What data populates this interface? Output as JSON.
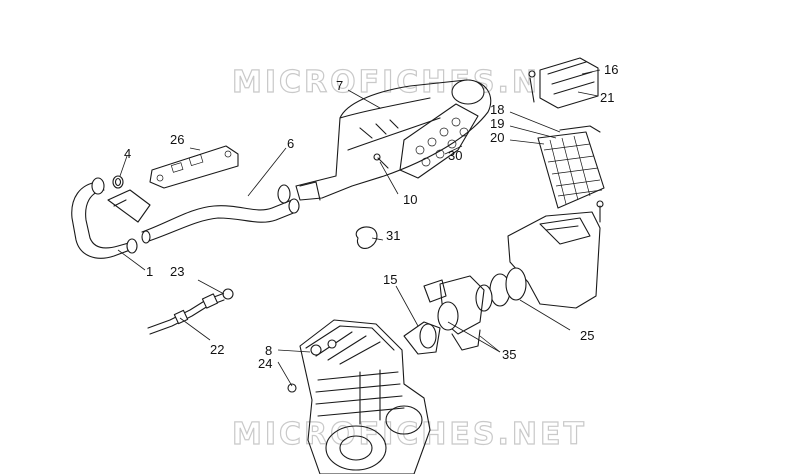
{
  "watermark": {
    "text_top": "MICROFICHES.N",
    "text_bottom": "MICROFICHES.NET",
    "color": "#c9c9c9"
  },
  "callouts": {
    "c1": "1",
    "c4": "4",
    "c6": "6",
    "c7": "7",
    "c8": "8",
    "c10": "10",
    "c15": "15",
    "c16": "16",
    "c18": "18",
    "c19": "19",
    "c20": "20",
    "c21": "21",
    "c22": "22",
    "c23": "23",
    "c24": "24",
    "c25": "25",
    "c26": "26",
    "c30": "30",
    "c31": "31",
    "c35": "35"
  },
  "colors": {
    "line": "#1a1a1a",
    "background": "#ffffff"
  }
}
